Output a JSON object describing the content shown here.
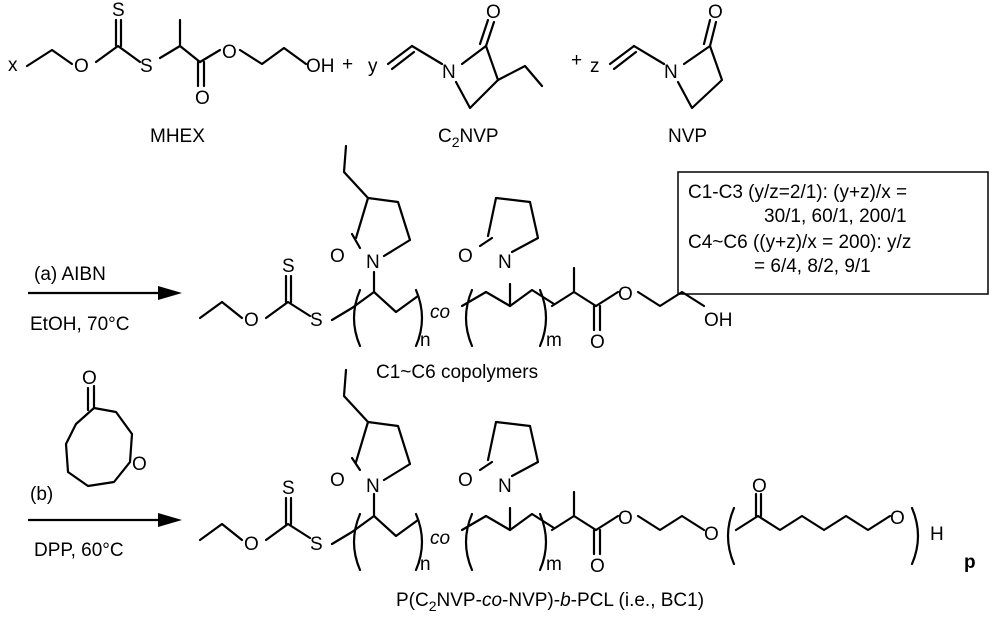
{
  "reagents": {
    "x": "x",
    "plus1": "+",
    "y": "y",
    "plus2": "+",
    "z": "z",
    "mhex_label": "MHEX",
    "c2nvp_label": "C2NVP",
    "nvp_label": "NVP"
  },
  "atoms": {
    "S": "S",
    "O": "O",
    "OH": "OH",
    "N": "N",
    "H": "H"
  },
  "step_a": {
    "reagent": "(a) AIBN",
    "conditions": "EtOH, 70°C"
  },
  "step_b": {
    "label": "(b)",
    "conditions": "DPP, 60°C"
  },
  "polymer": {
    "n": "n",
    "m": "m",
    "p": "p",
    "co": "co"
  },
  "box": {
    "line1": "C1-C3 (y/z=2/1): (y+z)/x =",
    "line2": "30/1, 60/1, 200/1",
    "line3": "C4~C6 ((y+z)/x = 200): y/z",
    "line4": "= 6/4, 8/2, 9/1"
  },
  "labels": {
    "copolymers": "C1~C6 copolymers",
    "final": "P(C2NVP-co-NVP)-b-PCL  (i.e., BC1)"
  }
}
